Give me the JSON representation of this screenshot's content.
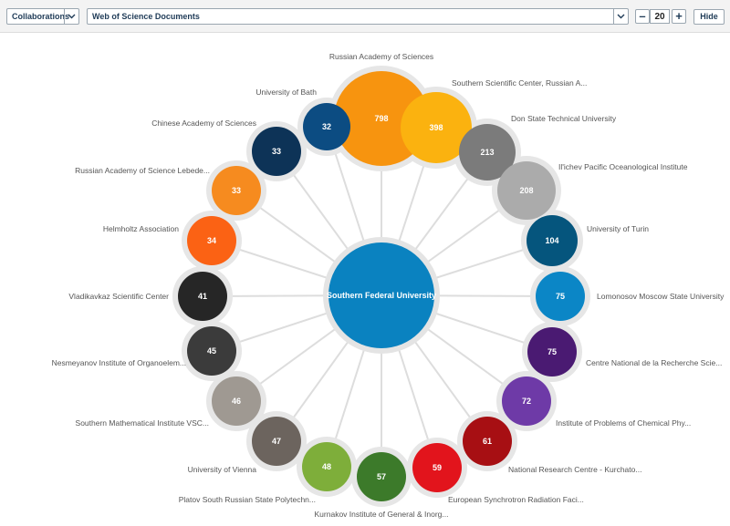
{
  "toolbar": {
    "view_select": "Collaborations",
    "source_select": "Web of Science Documents",
    "count_value": "20",
    "minus_label": "–",
    "plus_label": "+",
    "hide_label": "Hide"
  },
  "center": {
    "name": "Southern Federal University",
    "color": "#0a82c0"
  },
  "nodes": [
    {
      "name": "Russian Academy of Sciences",
      "value": 798,
      "color": "#f7940f"
    },
    {
      "name": "Southern Scientific Center, Russian A...",
      "value": 398,
      "color": "#fbb20f"
    },
    {
      "name": "Don State Technical University",
      "value": 213,
      "color": "#7b7b7b"
    },
    {
      "name": "Il'ichev Pacific Oceanological Institute",
      "value": 208,
      "color": "#ababab"
    },
    {
      "name": "University of Turin",
      "value": 104,
      "color": "#05557d"
    },
    {
      "name": "Lomonosov Moscow State University",
      "value": 75,
      "color": "#0b86c6"
    },
    {
      "name": "Centre National de la Recherche Scie...",
      "value": 75,
      "color": "#4a1a72"
    },
    {
      "name": "Institute of Problems of Chemical Phy...",
      "value": 72,
      "color": "#6e3aa7"
    },
    {
      "name": "National Research Centre - Kurchato...",
      "value": 61,
      "color": "#a70f13"
    },
    {
      "name": "European Synchrotron Radiation Faci...",
      "value": 59,
      "color": "#e2141c"
    },
    {
      "name": "Kurnakov Institute of General & Inorg...",
      "value": 57,
      "color": "#3c7a2a"
    },
    {
      "name": "Platov South Russian State Polytechn...",
      "value": 48,
      "color": "#7eae3a"
    },
    {
      "name": "University of Vienna",
      "value": 47,
      "color": "#6c645e"
    },
    {
      "name": "Southern Mathematical Institute VSC...",
      "value": 46,
      "color": "#9f9992"
    },
    {
      "name": "Nesmeyanov Institute of Organoelem...",
      "value": 45,
      "color": "#3b3b3b"
    },
    {
      "name": "Vladikavkaz Scientific Center",
      "value": 41,
      "color": "#262626"
    },
    {
      "name": "Helmholtz Association",
      "value": 34,
      "color": "#fb6214"
    },
    {
      "name": "Russian Academy of Science Lebede...",
      "value": 33,
      "color": "#f68b1f"
    },
    {
      "name": "Chinese Academy of Sciences",
      "value": 33,
      "color": "#0d3357"
    },
    {
      "name": "University of Bath",
      "value": 32,
      "color": "#0c4c82"
    }
  ]
}
